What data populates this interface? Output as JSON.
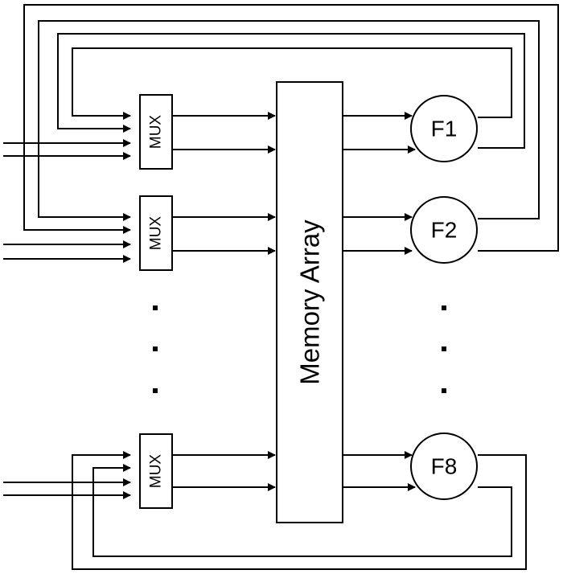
{
  "memory_label": "Memory Array",
  "mux_label": "MUX",
  "function_units": [
    "F1",
    "F2",
    "F8"
  ],
  "ellipsis_dot": "·",
  "colors": {
    "stroke": "#000000",
    "background": "#ffffff"
  }
}
